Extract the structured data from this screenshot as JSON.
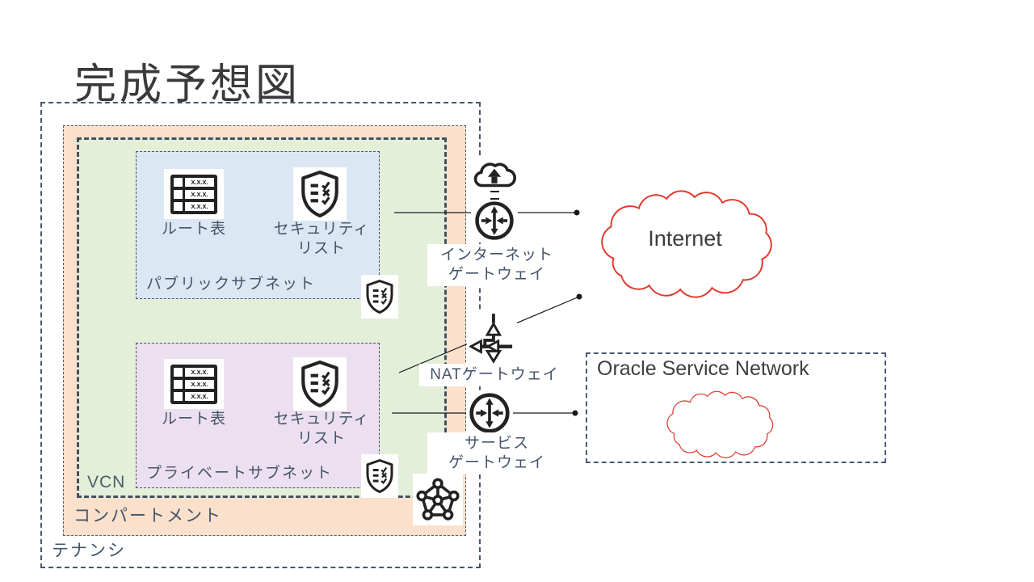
{
  "title": "完成予想図",
  "tenancy": {
    "label": "テナンシ"
  },
  "compartment": {
    "label": "コンパートメント"
  },
  "vcn": {
    "label": "VCN"
  },
  "public_subnet": {
    "label": "パブリックサブネット",
    "route_table_label": "ルート表",
    "security_list_line1": "セキュリティ",
    "security_list_line2": "リスト"
  },
  "private_subnet": {
    "label": "プライベートサブネット",
    "route_table_label": "ルート表",
    "security_list_line1": "セキュリティ",
    "security_list_line2": "リスト"
  },
  "route_table_cell": "X.X.X.",
  "gateways": {
    "internet_line1": "インターネット",
    "internet_line2": "ゲートウェイ",
    "nat_label": "NATゲートウェイ",
    "service_line1": "サービス",
    "service_line2": "ゲートウェイ"
  },
  "internet_cloud_label": "Internet",
  "oracle_service_network_label": "Oracle Service Network",
  "colors": {
    "compartment_fill": "#fbe0cb",
    "vcn_fill": "#e4efda",
    "public_subnet_fill": "#dbe7f2",
    "private_subnet_fill": "#ecdff0",
    "border": "#44546a",
    "label_text": "#44546a",
    "cloud_stroke": "#e0392e",
    "icon_stroke": "#222222"
  }
}
